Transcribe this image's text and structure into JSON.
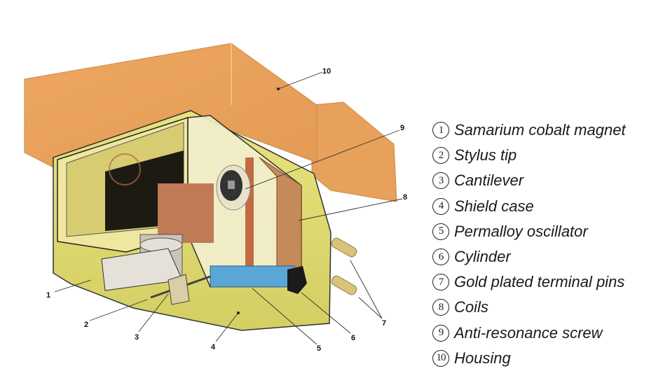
{
  "diagram": {
    "callouts": [
      "1",
      "2",
      "3",
      "4",
      "5",
      "6",
      "7",
      "8",
      "9",
      "10"
    ]
  },
  "legend": {
    "items": [
      {
        "num": "1",
        "label": "Samarium cobalt magnet"
      },
      {
        "num": "2",
        "label": "Stylus tip"
      },
      {
        "num": "3",
        "label": "Cantilever"
      },
      {
        "num": "4",
        "label": "Shield case"
      },
      {
        "num": "5",
        "label": "Permalloy oscillator"
      },
      {
        "num": "6",
        "label": "Cylinder"
      },
      {
        "num": "7",
        "label": "Gold plated terminal pins"
      },
      {
        "num": "8",
        "label": "Coils"
      },
      {
        "num": "9",
        "label": "Anti-resonance screw"
      },
      {
        "num": "10",
        "label": "Housing"
      }
    ]
  },
  "colors": {
    "housing": "#e9a25a",
    "shield": "#d9d87a",
    "coil": "#b8774a",
    "oscillator": "#5aa6d6"
  }
}
